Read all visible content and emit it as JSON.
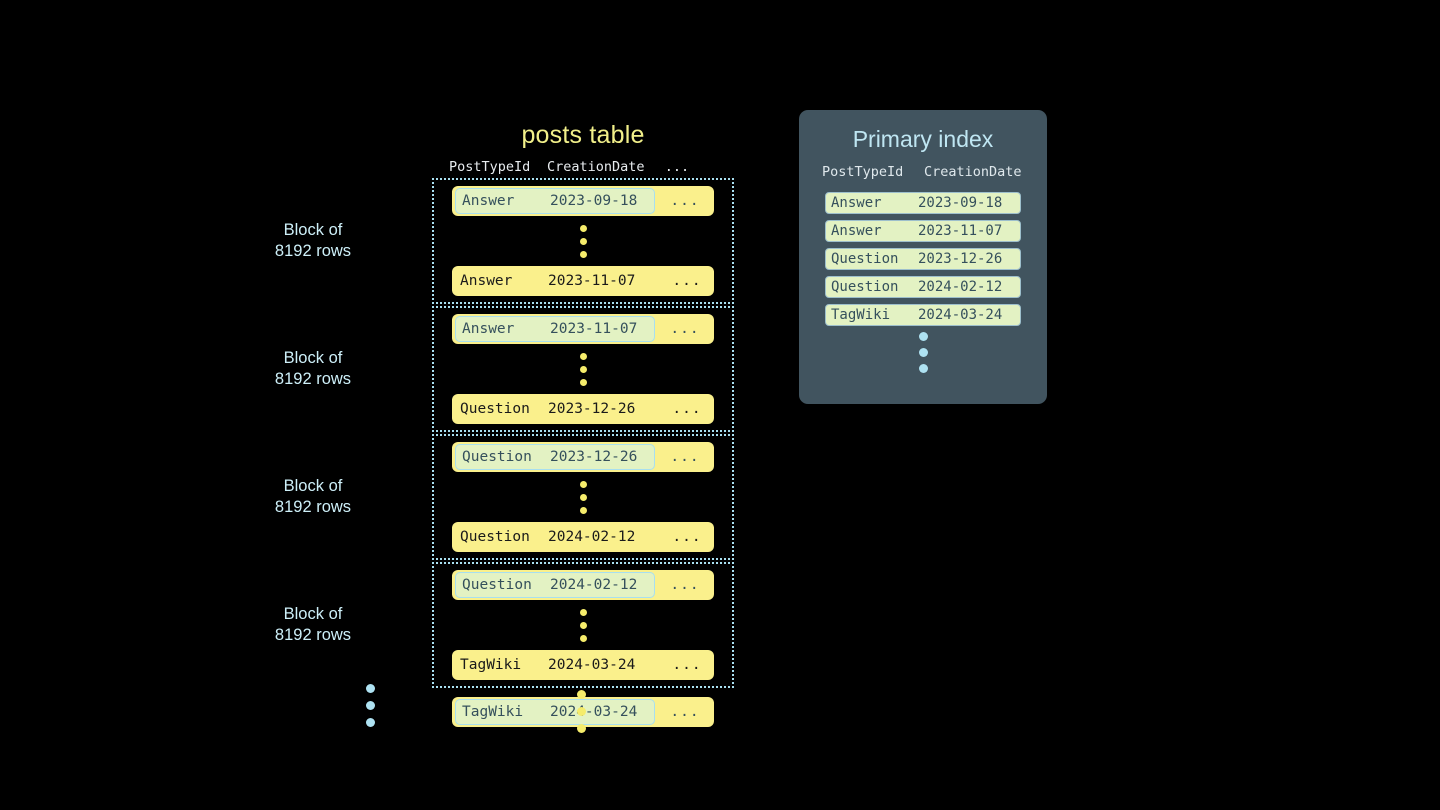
{
  "background_color": "#000000",
  "colors": {
    "row_yellow": "#faf08c",
    "chip_green": "#e3f2c3",
    "chip_border_blue": "#a8dff0",
    "block_border_blue": "#a8dff0",
    "index_panel_slate": "#41545f",
    "index_title_blue": "#bfe6f2",
    "table_title_yellow": "#f2f08a",
    "label_blue": "#cdeff8",
    "dot_yellow": "#f5ec6b",
    "dot_blue": "#aee2f2",
    "row_text_dark": "#1a1a1a",
    "chip_text_slate": "#35505c"
  },
  "posts_table": {
    "title": "posts table",
    "columns": {
      "post_type_id": "PostTypeId",
      "creation_date": "CreationDate",
      "more": "..."
    },
    "ellipsis_symbol": "...",
    "blocks": [
      {
        "label": "Block of\n8192 rows",
        "first_row": {
          "type": "Answer",
          "date": "2023-09-18",
          "more": "...",
          "highlighted": true
        },
        "last_row": {
          "type": "Answer",
          "date": "2023-11-07",
          "more": "...",
          "highlighted": false
        }
      },
      {
        "label": "Block of\n8192 rows",
        "first_row": {
          "type": "Answer",
          "date": "2023-11-07",
          "more": "...",
          "highlighted": true
        },
        "last_row": {
          "type": "Question",
          "date": "2023-12-26",
          "more": "...",
          "highlighted": false
        }
      },
      {
        "label": "Block of\n8192 rows",
        "first_row": {
          "type": "Question",
          "date": "2023-12-26",
          "more": "...",
          "highlighted": true
        },
        "last_row": {
          "type": "Question",
          "date": "2024-02-12",
          "more": "...",
          "highlighted": false
        }
      },
      {
        "label": "Block of\n8192 rows",
        "first_row": {
          "type": "Question",
          "date": "2024-02-12",
          "more": "...",
          "highlighted": true
        },
        "last_row": {
          "type": "TagWiki",
          "date": "2024-03-24",
          "more": "...",
          "highlighted": false
        }
      }
    ],
    "trailing_row": {
      "type": "TagWiki",
      "date": "2024-03-24",
      "more": "...",
      "highlighted": true
    }
  },
  "primary_index": {
    "title": "Primary index",
    "columns": {
      "post_type_id": "PostTypeId",
      "creation_date": "CreationDate"
    },
    "rows": [
      {
        "type": "Answer",
        "date": "2023-09-18"
      },
      {
        "type": "Answer",
        "date": "2023-11-07"
      },
      {
        "type": "Question",
        "date": "2023-12-26"
      },
      {
        "type": "Question",
        "date": "2024-02-12"
      },
      {
        "type": "TagWiki",
        "date": "2024-03-24"
      }
    ]
  }
}
